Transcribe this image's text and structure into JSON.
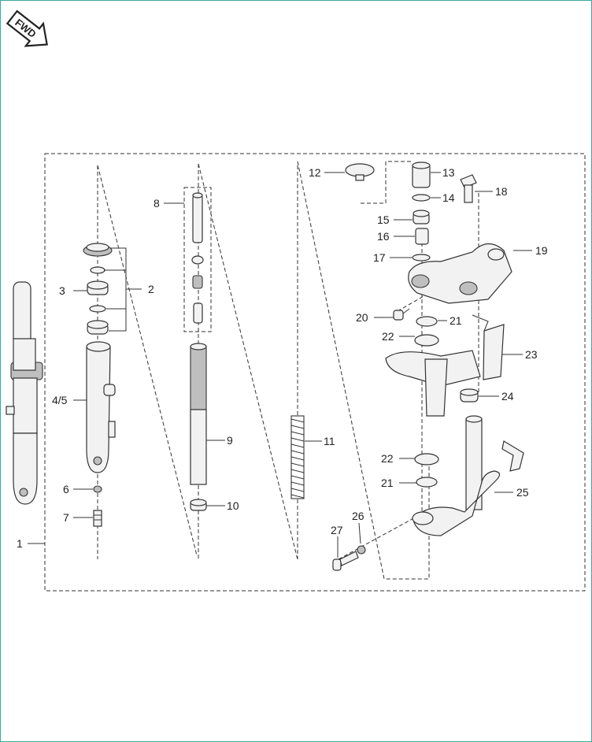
{
  "fwd_badge": "FWD",
  "callouts": {
    "c1": "1",
    "c2": "2",
    "c3": "3",
    "c45": "4/5",
    "c6": "6",
    "c7": "7",
    "c8": "8",
    "c9": "9",
    "c10": "10",
    "c11": "11",
    "c12": "12",
    "c13": "13",
    "c14": "14",
    "c15": "15",
    "c16": "16",
    "c17": "17",
    "c18": "18",
    "c19": "19",
    "c20": "20",
    "c21a": "21",
    "c21b": "21",
    "c22a": "22",
    "c22b": "22",
    "c23": "23",
    "c24": "24",
    "c25": "25",
    "c26": "26",
    "c27": "27"
  }
}
